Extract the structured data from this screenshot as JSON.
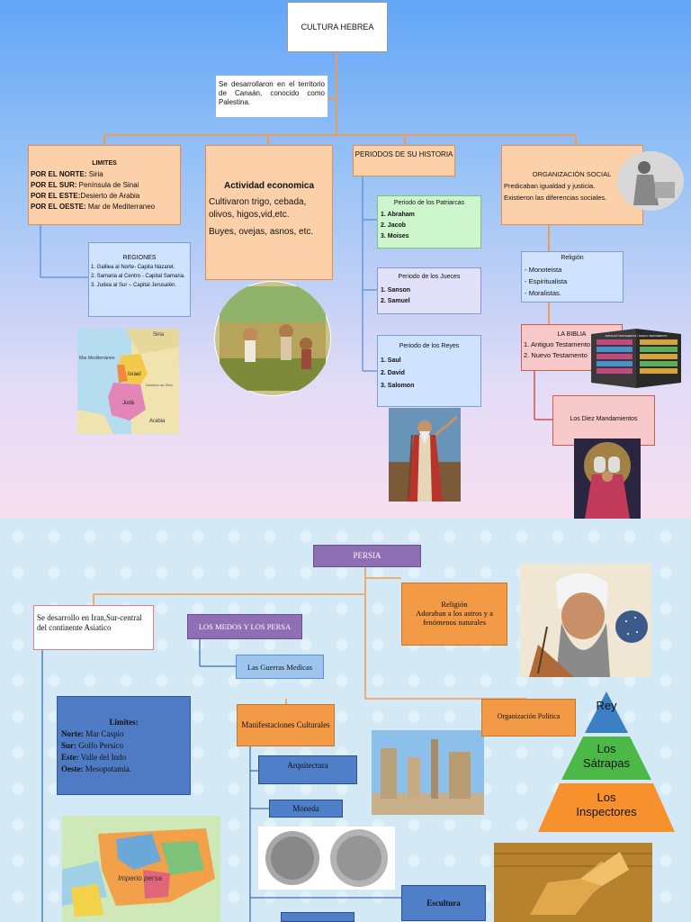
{
  "slide1": {
    "title": "CULTURA HEBREA",
    "intro": "Se desarrollaron en el territorio de Canaán, conocido como Palestina.",
    "limites": {
      "heading": "LIMITES",
      "rows": [
        {
          "label": "POR EL NORTE:",
          "value": " Siria"
        },
        {
          "label": "POR EL SUR:",
          "value": " Península de Sinai"
        },
        {
          "label": "POR EL ESTE:",
          "value": "Desierto de Arabia"
        },
        {
          "label": "POR EL OESTE:",
          "value": " Mar de Mediterraneo"
        }
      ]
    },
    "regiones": {
      "heading": "REGIONES",
      "items": [
        "1. Galilea al Norte- Capita Nazaret.",
        "2. Samaria al Centro - Capital Samaria.",
        "3. Judea al Sur – Capital Jerusalén."
      ]
    },
    "map_labels": [
      "Siria",
      "Mar Mediterráneo",
      "Israel",
      "Judá",
      "Arabia",
      "Desierto de Siria"
    ],
    "actividad": {
      "heading": "Actividad economica",
      "line1": "Cultivaron trigo, cebada, olivos, higos,vid,etc.",
      "line2": "Buyes, ovejas, asnos, etc."
    },
    "periodos": {
      "heading": "PERIODOS DE SU HISTORIA",
      "patriarcas": {
        "title": "Periodo de los Patriarcas",
        "items": [
          "Abraham",
          "Jacob",
          "Moises"
        ]
      },
      "jueces": {
        "title": "Periodo de los Jueces",
        "items": [
          "Sanson",
          "Samuel"
        ]
      },
      "reyes": {
        "title": "Periodo de los Reyes",
        "items": [
          "Saul",
          "David",
          "Salomon"
        ]
      }
    },
    "organizacion": {
      "heading": "ORGANIZACIÓN SOCIAL",
      "line1": "Predicaban igualdad y justicia.",
      "line2": "Existieron las diferencias sociales."
    },
    "religion": {
      "heading": "Religión",
      "items": [
        "Monoteista",
        "Espiritualista",
        "Moralistas."
      ]
    },
    "biblia": {
      "heading": "LA BIBLIA",
      "items": [
        "Antiguo Testamento",
        "Nuevo Testamento"
      ],
      "book_label": "ANTIGUO TESTAMENTO / NUEVO TESTAMENTO"
    },
    "mandamientos": "Los Diez Mandamientos"
  },
  "slide2": {
    "title": "PERSIA",
    "intro": "Se desarrollo en Iran,Sur-central del continente Asiatico",
    "medos": "LOS MEDOS Y LOS PERSA",
    "guerras": "Las Guerras Medicas",
    "religion": {
      "heading": "Religión",
      "text": "Adoraban a los astros y a fenómenos naturales"
    },
    "limites": {
      "heading": "Limites:",
      "rows": [
        {
          "label": "Norte:",
          "value": " Mar Caspio"
        },
        {
          "label": "Sur:",
          "value": " Golfo Persico"
        },
        {
          "label": "Este:",
          "value": " Valle del Indo"
        },
        {
          "label": "Oeste:",
          "value": " Mesopotamia."
        }
      ]
    },
    "manifestaciones": "Manifestaciones Culturales",
    "arquitectura": "Arquitectura",
    "moneda": "Moneda",
    "escultura": "Escultura",
    "organizacion": "Organización Política",
    "pyramid": {
      "top": "Rey",
      "middle": "Los Sátrapas",
      "bottom": "Los Inspectores"
    },
    "map_label": "Imperio persa",
    "colors": {
      "pyr_top": "#3b7fc4",
      "pyr_mid": "#4cb848",
      "pyr_bot": "#f7912e"
    }
  }
}
